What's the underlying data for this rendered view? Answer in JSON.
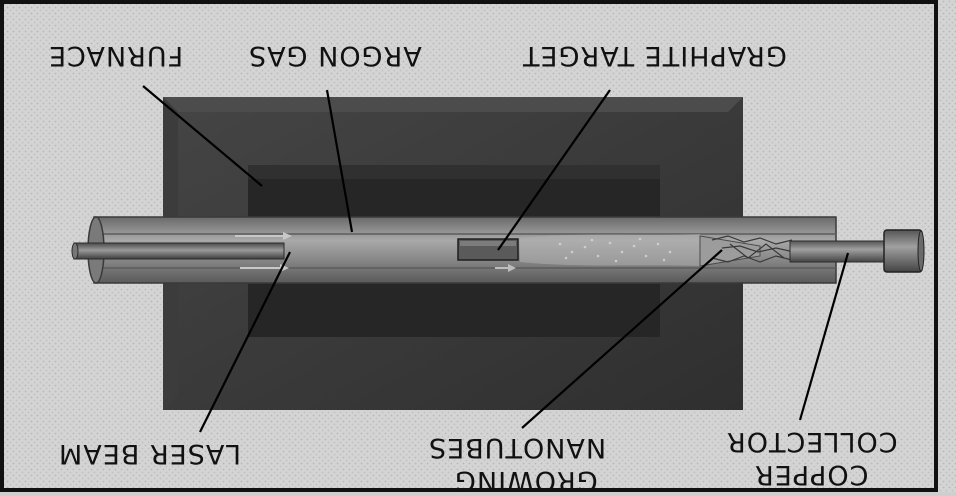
{
  "labels": {
    "furnace": "FURNACE",
    "argon_gas": "ARGON GAS",
    "graphite_target": "GRAPHITE TARGET",
    "laser_beam": "LASER BEAM",
    "nanotubes_line1": "NANOTUBES",
    "nanotubes_line2": "GROWING",
    "collector_line1": "COLLECTOR",
    "collector_line2": "COPPER"
  },
  "colors": {
    "page_background": "#cfcfcf",
    "furnace_body": "#3a3a3a",
    "furnace_inner": "#262626",
    "tube": "#8a8a8a",
    "copper_collector": "#707070",
    "leader_line": "#000000"
  }
}
